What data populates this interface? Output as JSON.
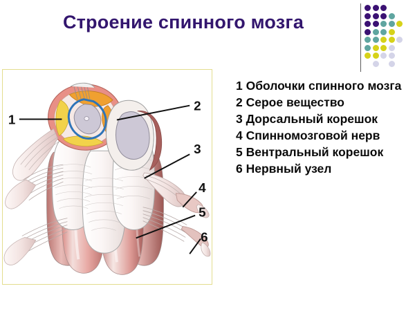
{
  "slide": {
    "title": "Строение спинного мозга",
    "title_color": "#33166e",
    "background_color": "#ffffff",
    "frame_border_color": "#e3dd8e"
  },
  "decoration": {
    "divider_color": "#5b5b5b",
    "palette": {
      "purple": "#3b1173",
      "teal": "#5fa5a0",
      "yellow": "#d6d219",
      "lavender": "#d4d4e8"
    },
    "dot_grid": [
      [
        "purple",
        "purple",
        "purple",
        null,
        null
      ],
      [
        "purple",
        "purple",
        "purple",
        "teal",
        null
      ],
      [
        "purple",
        "purple",
        "teal",
        "teal",
        "yellow"
      ],
      [
        "purple",
        "teal",
        "teal",
        "yellow",
        null
      ],
      [
        "teal",
        "teal",
        "yellow",
        "yellow",
        "lavender"
      ],
      [
        "teal",
        "yellow",
        "yellow",
        "lavender",
        null
      ],
      [
        "yellow",
        "yellow",
        "lavender",
        "lavender",
        null
      ],
      [
        null,
        "lavender",
        null,
        "lavender",
        null
      ]
    ]
  },
  "figure": {
    "caption_numbers": [
      "1",
      "2",
      "3",
      "4",
      "5",
      "6"
    ],
    "colors": {
      "cord_pale": "#f7ece9",
      "cord_pink": "#e8a9a4",
      "cord_rose": "#c47b76",
      "cord_dark_rose": "#a75f5c",
      "gray_matter": "#cfc9d6",
      "orange": "#f0a030",
      "yellow": "#f2d24a",
      "blue": "#2f74b8",
      "salmon": "#e98a80",
      "outline": "#8c8c8c",
      "leader_line": "#111111"
    }
  },
  "legend": {
    "items": [
      {
        "number": "1",
        "text": "Оболочки спинного мозга"
      },
      {
        "number": "2",
        "text": "Серое вещество"
      },
      {
        "number": "3",
        "text": "Дорсальный корешок"
      },
      {
        "number": "4",
        "text": "Спинномозговой нерв"
      },
      {
        "number": "5",
        "text": "Вентральный корешок"
      },
      {
        "number": "6",
        "text": "Нервный узел"
      }
    ]
  }
}
